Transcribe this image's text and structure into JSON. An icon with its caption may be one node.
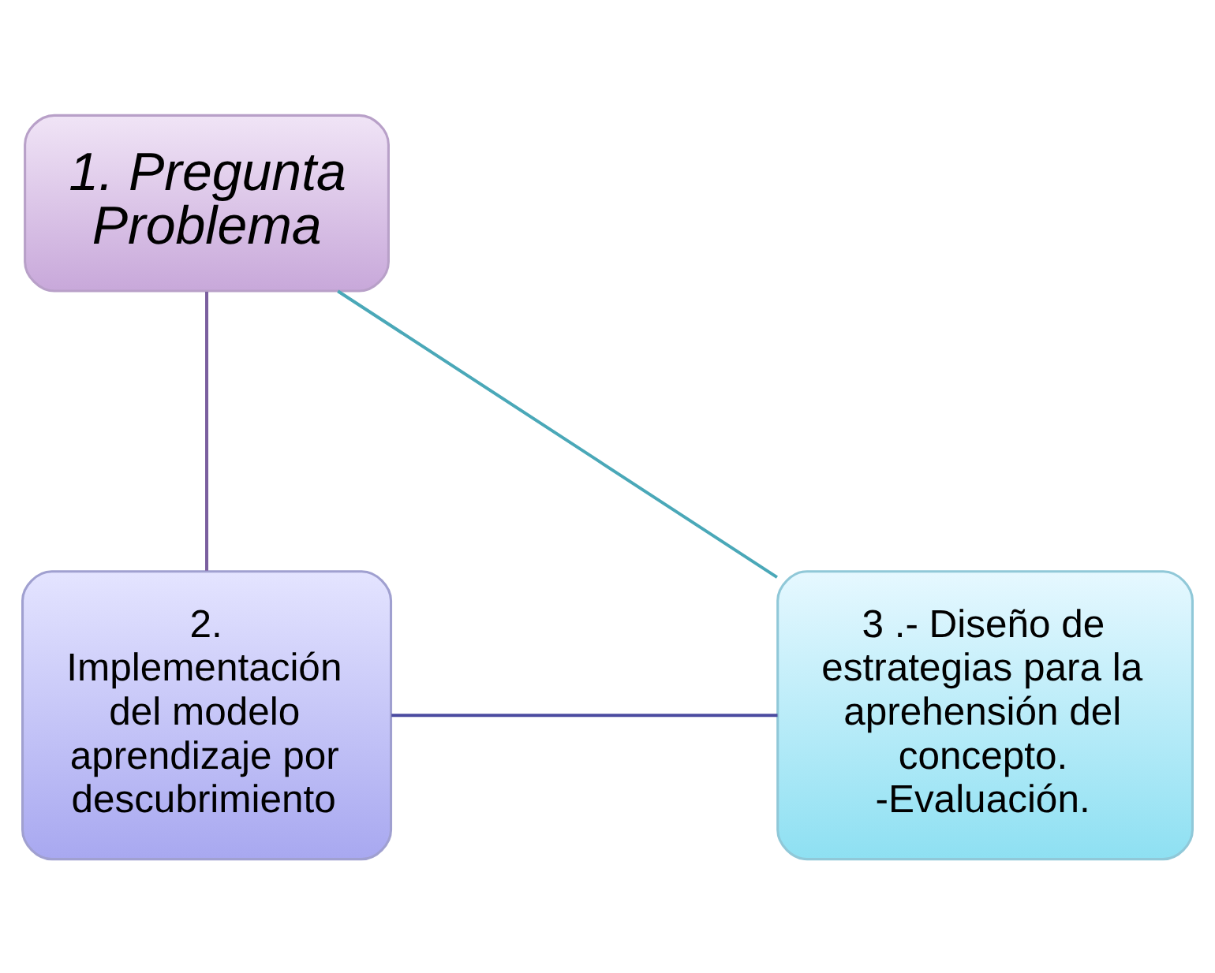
{
  "diagram": {
    "nodes": [
      {
        "text": [
          "1. Pregunta Problema"
        ]
      },
      {
        "text": [
          "2. Implementación del modelo aprendizaje por descubrimiento"
        ]
      },
      {
        "text": [
          "3 .- Diseño de estrategias para la aprehensión del concepto.",
          "-Evaluación."
        ]
      }
    ],
    "edges": [
      {
        "from": 0,
        "to": 1,
        "arrow": "none",
        "color": "#7b5f9f"
      },
      {
        "from": 1,
        "to": 2,
        "arrow": "none",
        "color": "#4b4ba0"
      },
      {
        "from": 2,
        "to": 0,
        "arrow": "none",
        "color": "#4aa8b8"
      }
    ]
  }
}
